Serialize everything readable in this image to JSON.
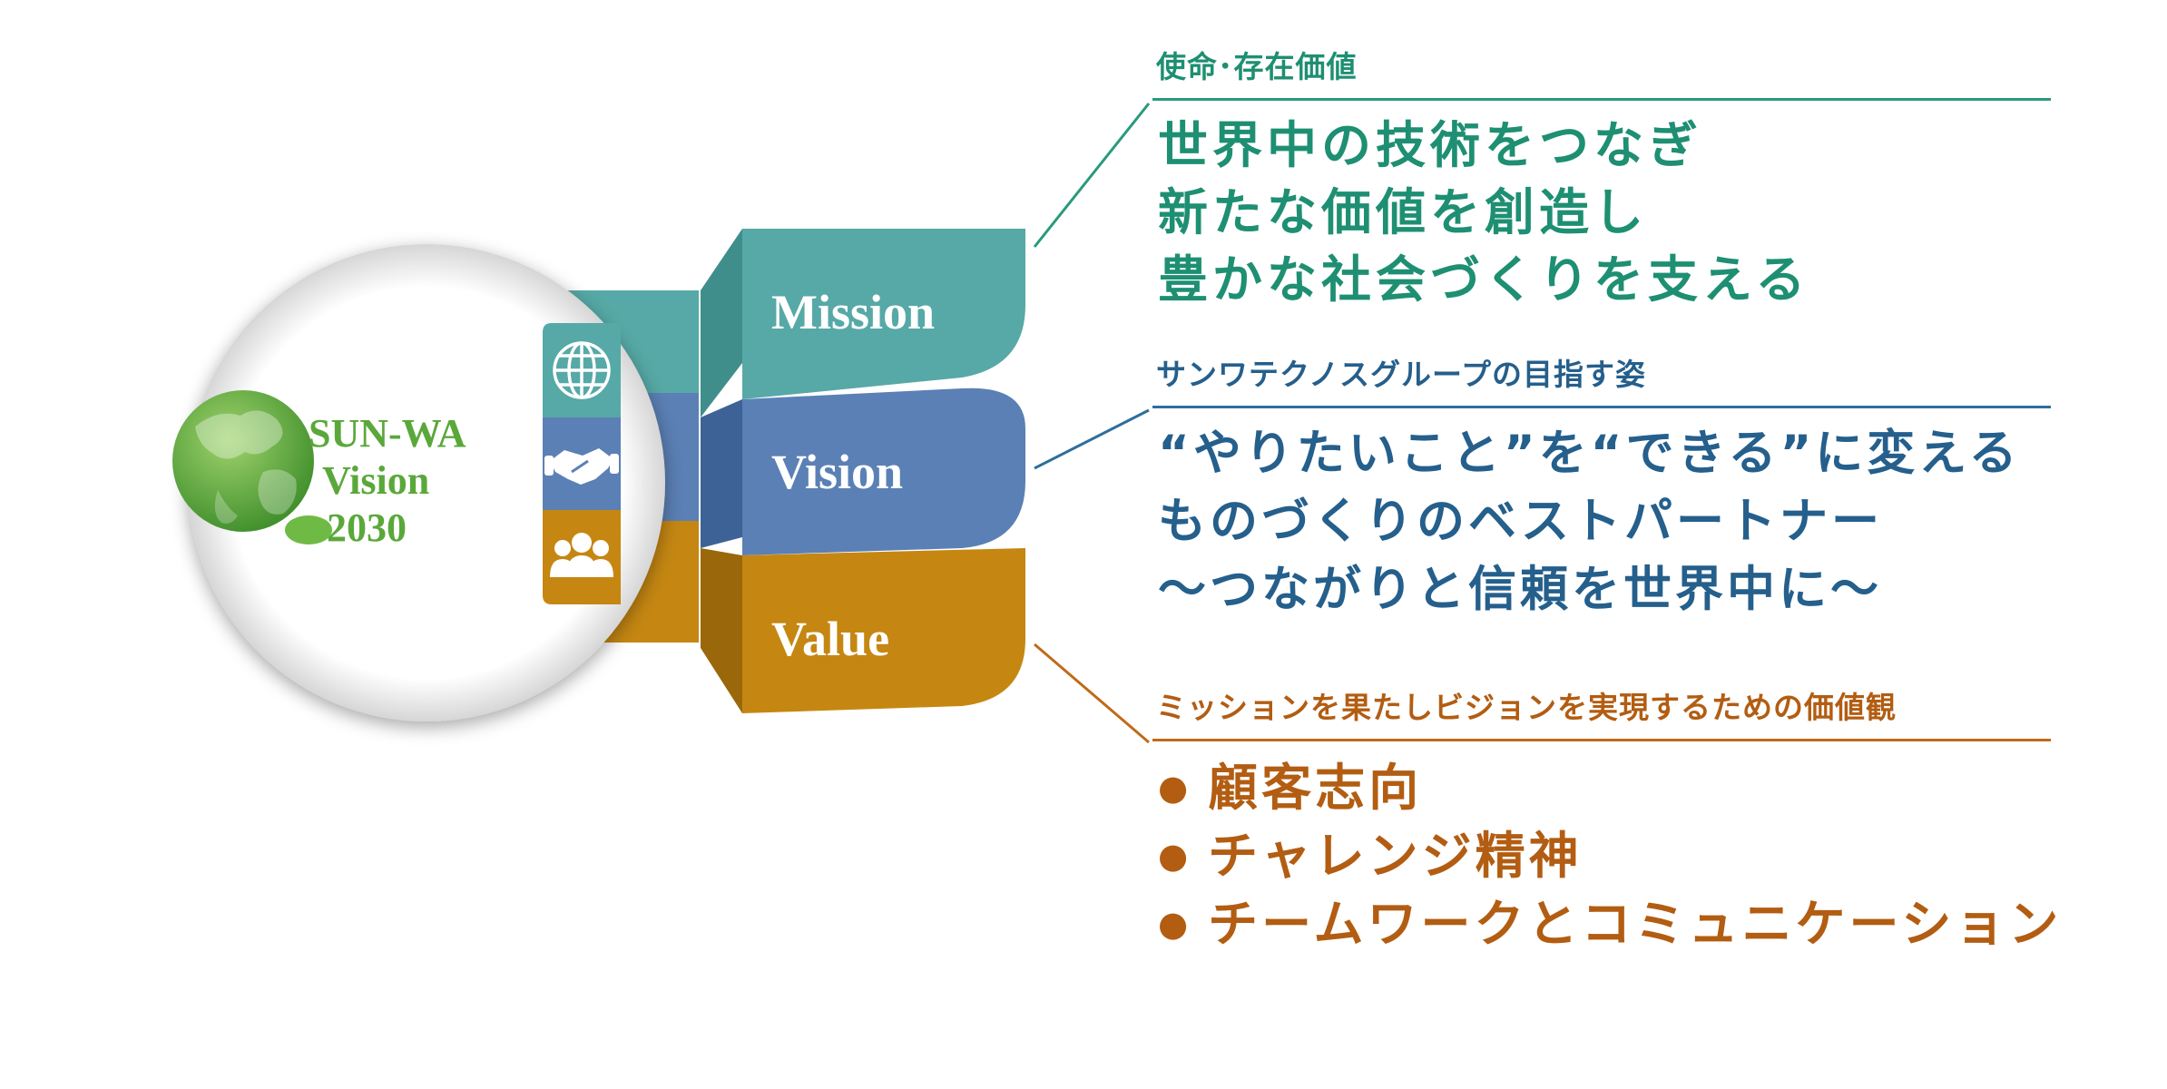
{
  "logo": {
    "line1": "SUN-WA",
    "line2": "Vision",
    "line3": "2030"
  },
  "ribbons": {
    "mission": "Mission",
    "vision": "Vision",
    "value": "Value"
  },
  "mission": {
    "heading": "使命･存在価値",
    "lines": [
      "世界中の技術をつなぎ",
      "新たな価値を創造し",
      "豊かな社会づくりを支える"
    ]
  },
  "vision": {
    "heading": "サンワテクノスグループの目指す姿",
    "lines": [
      "“やりたいこと”を“できる”に変える",
      "ものづくりのベストパートナー",
      "～つながりと信頼を世界中に～"
    ]
  },
  "value": {
    "heading": "ミッションを果たしビジョンを実現するための価値観",
    "bullet": "●",
    "items": [
      "顧客志向",
      "チャレンジ精神",
      "チームワークとコミュニケーション"
    ]
  },
  "colors": {
    "mission": "#56a9a6",
    "vision": "#5b80b5",
    "value": "#c58712",
    "logo_green": "#5aa83a",
    "mission_text": "#1e8f72",
    "vision_text": "#255f8c",
    "value_text": "#b25d12"
  },
  "icons": [
    "globe-icon",
    "handshake-icon",
    "people-icon"
  ]
}
